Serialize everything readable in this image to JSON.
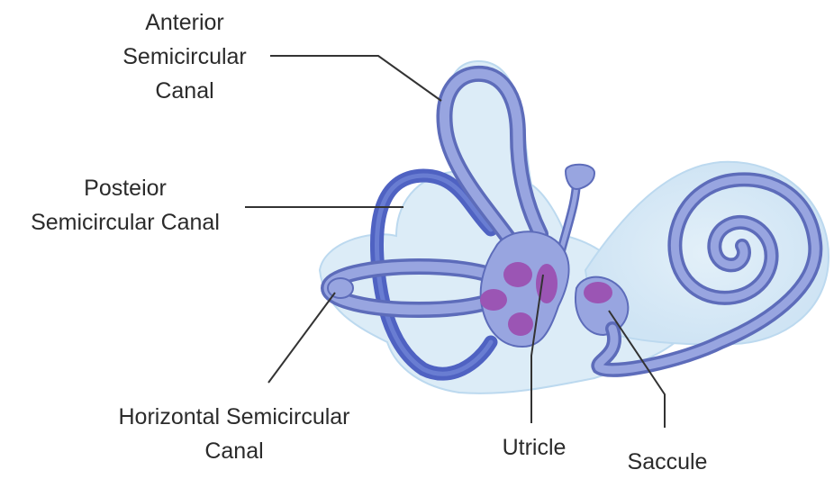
{
  "labels": {
    "anterior": [
      "Anterior",
      "Semicircular",
      "Canal"
    ],
    "posterior": [
      "Posteior",
      "Semicircular Canal"
    ],
    "horizontal": [
      "Horizontal Semicircular",
      "Canal"
    ],
    "utricle": "Utricle",
    "saccule": "Saccule"
  },
  "colors": {
    "outer_membrane": "#d9ebf6",
    "outer_membrane_edge": "#b6d7ee",
    "canal_fill": "#8d9bd9",
    "canal_edge": "#5d6cba",
    "canal_dark": "#5166c4",
    "macula": "#9b55b4",
    "leader_line": "#333333"
  }
}
